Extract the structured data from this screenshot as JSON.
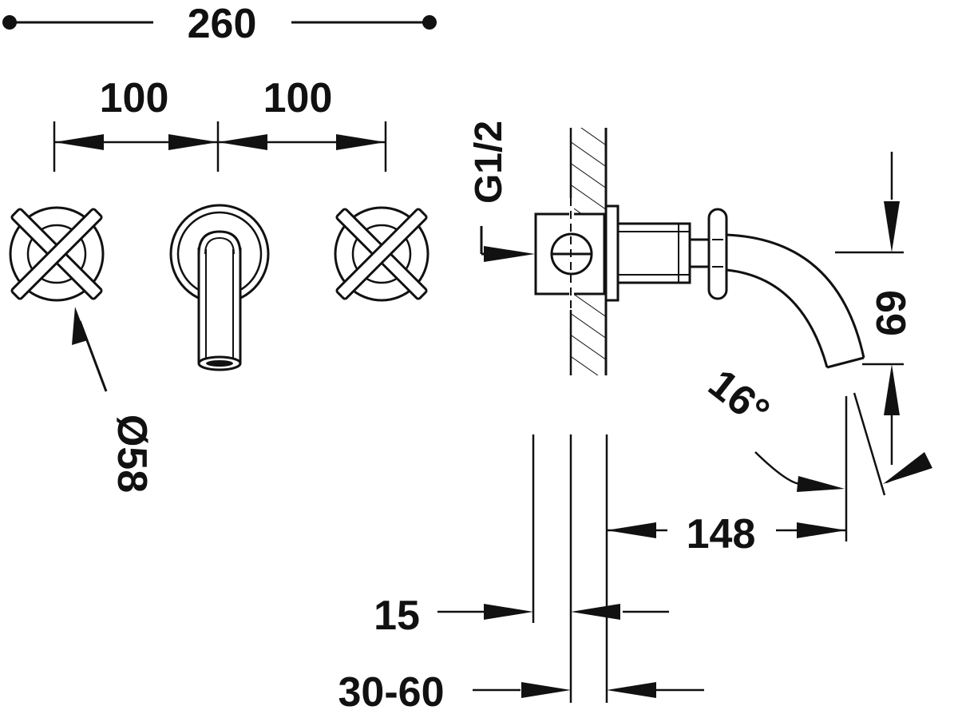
{
  "dimensions": {
    "total_width": "260",
    "handle_spacing_left": "100",
    "handle_spacing_right": "100",
    "handle_diameter": "Ø58",
    "connection_thread": "G1/2",
    "spout_height": "69",
    "spout_angle": "16°",
    "spout_projection": "148",
    "plate_thickness": "15",
    "wall_range": "30-60"
  }
}
